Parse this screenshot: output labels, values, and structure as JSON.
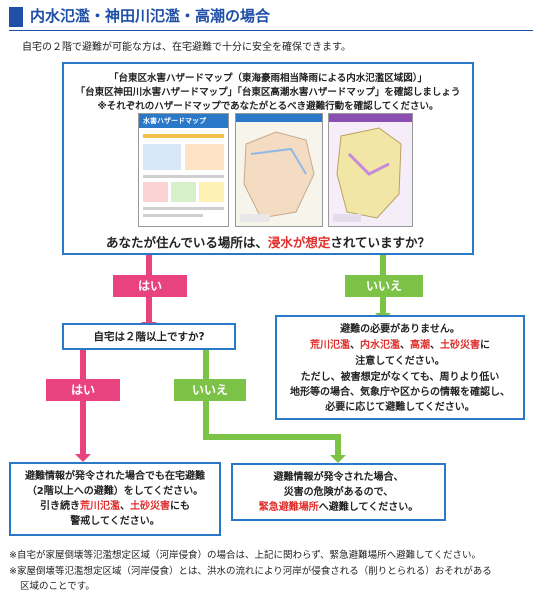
{
  "title": "内水氾濫・神田川氾濫・高潮の場合",
  "intro": "自宅の２階で避難が可能な方は、在宅避難で十分に安全を確保できます。",
  "main_box": {
    "lines": [
      "「台東区水害ハザードマップ（東海豪雨相当降雨による内水氾濫区域図）」",
      "「台東区神田川水害ハザードマップ」「台東区高潮水害ハザードマップ」を確認しましょう",
      "※それぞれのハザードマップであなたがとるべき避難行動を確認してください。"
    ],
    "thumb1_title": "水害ハザードマップ",
    "question_a": "あなたが住んでいる場所は、",
    "question_b": "浸水が想定",
    "question_c": "されていますか？"
  },
  "yes1": "はい",
  "no1": "いいえ",
  "floor_question": "自宅は２階以上ですか?",
  "yes2": "はい",
  "no2": "いいえ",
  "no_need_box": {
    "line1": "避難の必要がありません。",
    "line2a": "荒川氾濫",
    "line2b": "、",
    "line2c": "内水氾濫",
    "line2d": "、",
    "line2e": "高潮",
    "line2f": "、",
    "line2g": "土砂災害",
    "line2h": "に",
    "line3": "注意してください。",
    "line4": "ただし、被害想定がなくても、周りより低い",
    "line5": "地形等の場合、気象庁や区からの情報を確認し、",
    "line6": "必要に応じて避難してください。"
  },
  "stay_box": {
    "line1": "避難情報が発令された場合でも在宅避難",
    "line2": "（2階以上への避難）をしてください。",
    "line3a": "引き続き",
    "line3b": "荒川氾濫",
    "line3c": "、",
    "line3d": "土砂災害",
    "line3e": "にも",
    "line4": "警戒してください。"
  },
  "evac_box": {
    "line1": "避難情報が発令された場合、",
    "line2": "災害の危険があるので、",
    "line3a": "緊急避難場所",
    "line3b": "へ避難してください。"
  },
  "notes": [
    "※自宅が家屋倒壊等氾濫想定区域（河岸侵食）の場合は、上記に関わらず、緊急避難場所へ避難してください。",
    "※家屋倒壊等氾濫想定区域（河岸侵食）とは、洪水の流れにより河岸が侵食される（削りとられる）おそれがある",
    "区域のことです。"
  ],
  "colors": {
    "blue": "#1f4fa6",
    "border": "#2a78c8",
    "pink": "#e8427f",
    "green": "#7cc246",
    "red": "#e0302e"
  }
}
